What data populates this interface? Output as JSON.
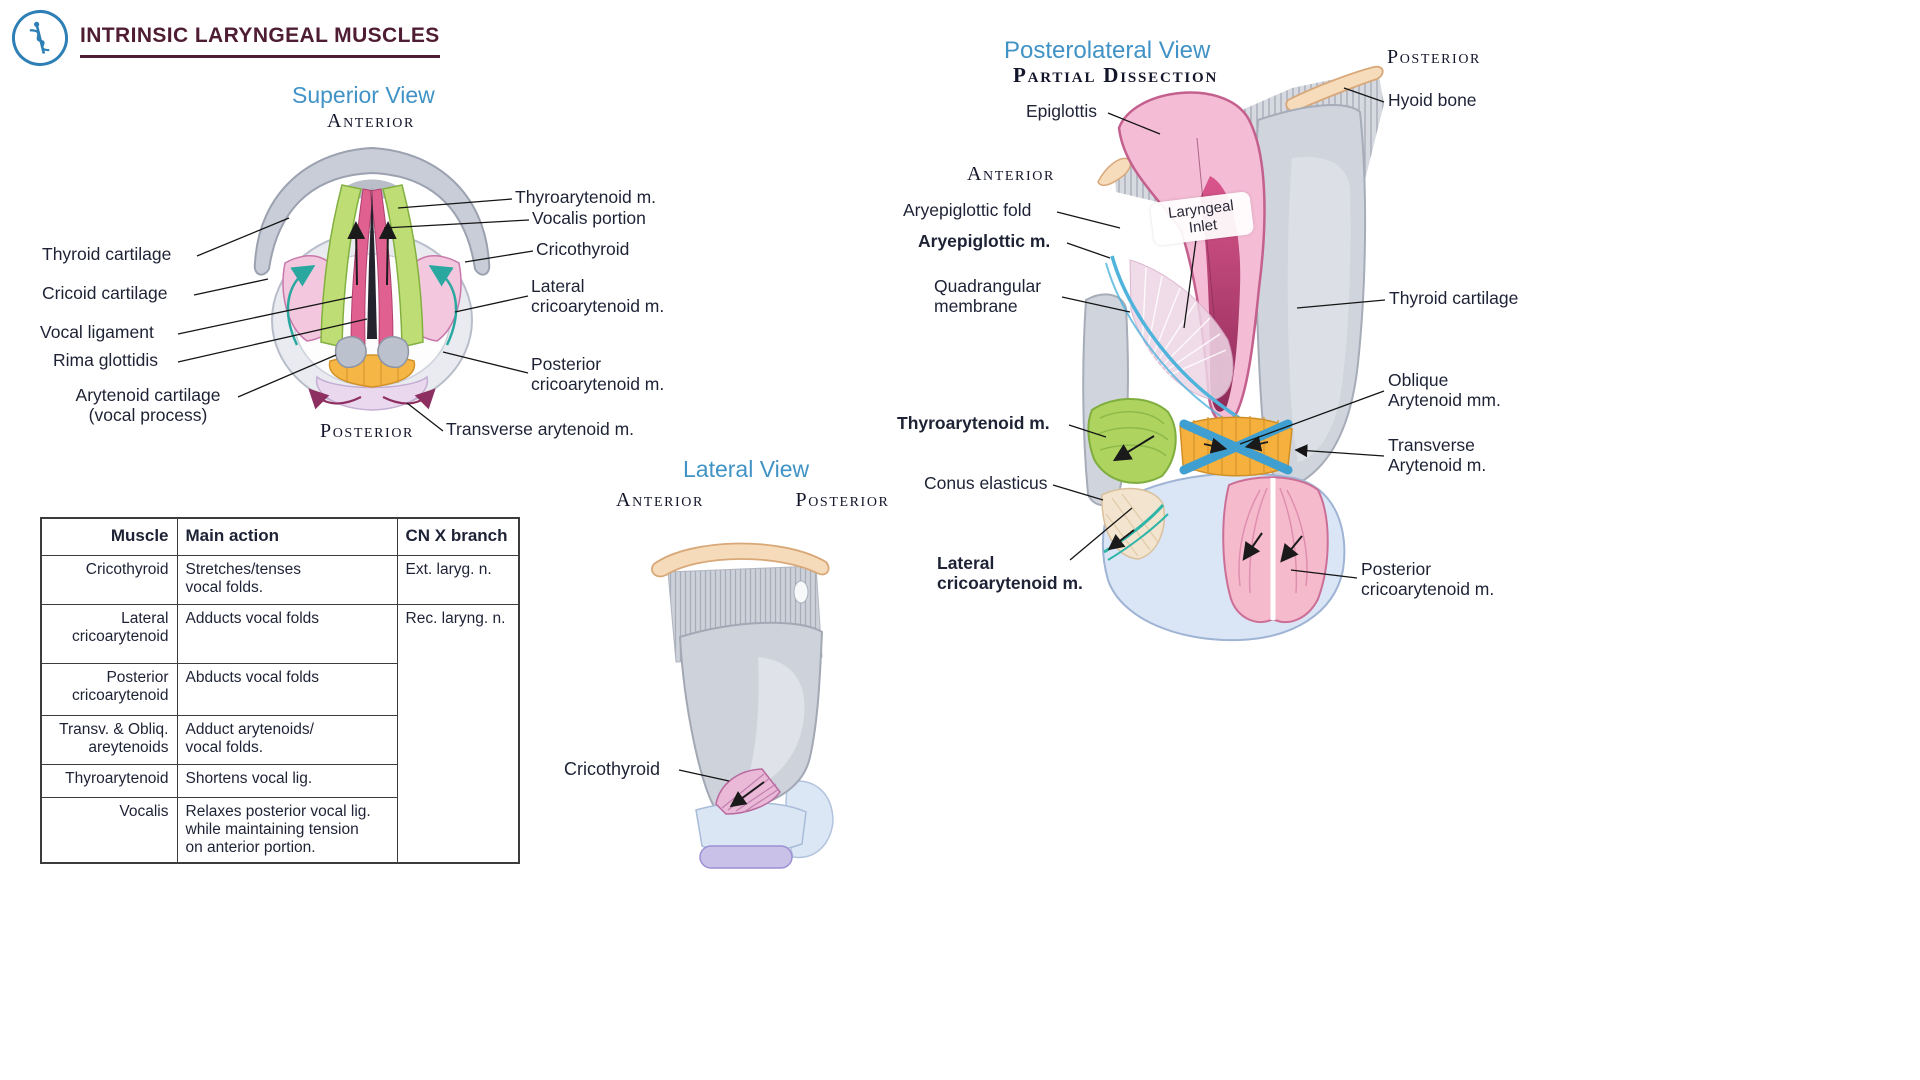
{
  "colors": {
    "view_title_blue": "#4193c6",
    "main_title_maroon": "#4f1d33",
    "label_ink": "#1e2235",
    "logo_blue": "#2e7fb5"
  },
  "header": {
    "title": "INTRINSIC LARYNGEAL MUSCLES",
    "logo_icon": "rod-of-asclepius-icon"
  },
  "superior_view": {
    "title": "Superior View",
    "anterior": "Anterior",
    "posterior": "Posterior",
    "labels": {
      "thyroid_cartilage": "Thyroid cartilage",
      "cricoid_cartilage": "Cricoid cartilage",
      "vocal_ligament": "Vocal ligament",
      "rima_glottidis": "Rima glottidis",
      "arytenoid_cartilage": "Arytenoid cartilage\n(vocal process)",
      "thyroarytenoid": "Thyroarytenoid m.",
      "vocalis_portion": "Vocalis portion",
      "cricothyroid": "Cricothyroid",
      "lateral_cricoarytenoid": "Lateral\ncricoarytenoid m.",
      "posterior_cricoarytenoid": "Posterior\ncricoarytenoid m.",
      "transverse_arytenoid": "Transverse arytenoid m."
    }
  },
  "muscle_table": {
    "headers": [
      "Muscle",
      "Main action",
      "CN X branch"
    ],
    "rows": [
      {
        "muscle": "Cricothyroid",
        "action": "Stretches/tenses\nvocal folds.",
        "nerve": "Ext. laryg. n."
      },
      {
        "muscle": "Lateral\ncricoarytenoid",
        "action": "Adducts vocal folds",
        "nerve": "Rec. laryng. n."
      },
      {
        "muscle": "Posterior\ncricoarytenoid",
        "action": "Abducts vocal folds"
      },
      {
        "muscle": "Transv. & Obliq.\nareytenoids",
        "action": "Adduct arytenoids/\nvocal folds."
      },
      {
        "muscle": "Thyroarytenoid",
        "action": "Shortens vocal lig."
      },
      {
        "muscle": "Vocalis",
        "action": "Relaxes posterior vocal lig.\nwhile maintaining tension\non anterior portion."
      }
    ]
  },
  "lateral_view": {
    "title": "Lateral View",
    "anterior": "Anterior",
    "posterior": "Posterior",
    "labels": {
      "cricothyroid": "Cricothyroid"
    }
  },
  "posterolateral_view": {
    "title": "Posterolateral View",
    "subtitle": "Partial Dissection",
    "posterior": "Posterior",
    "anterior": "Anterior",
    "labels": {
      "epiglottis": "Epiglottis",
      "hyoid_bone": "Hyoid bone",
      "aryepiglottic_fold": "Aryepiglottic fold",
      "aryepiglottic_m": "Aryepiglottic m.",
      "laryngeal_inlet": "Laryngeal\nInlet",
      "quadrangular_membrane": "Quadrangular\nmembrane",
      "thyroid_cartilage": "Thyroid cartilage",
      "thyroarytenoid_m": "Thyroarytenoid m.",
      "oblique_arytenoid": "Oblique\nArytenoid mm.",
      "transverse_arytenoid": "Transverse\nArytenoid m.",
      "conus_elasticus": "Conus elasticus",
      "lateral_cricoarytenoid": "Lateral\ncricoarytenoid m.",
      "posterior_cricoarytenoid": "Posterior\ncricoarytenoid m."
    }
  }
}
